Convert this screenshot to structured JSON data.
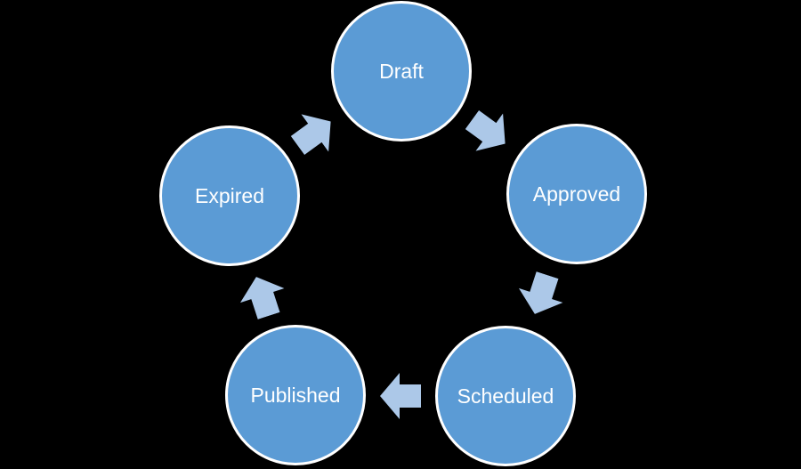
{
  "diagram": {
    "type": "cycle",
    "nodes": [
      {
        "label": "Draft"
      },
      {
        "label": "Approved"
      },
      {
        "label": "Scheduled"
      },
      {
        "label": "Published"
      },
      {
        "label": "Expired"
      }
    ],
    "flow": [
      {
        "from": "Draft",
        "to": "Approved"
      },
      {
        "from": "Approved",
        "to": "Scheduled"
      },
      {
        "from": "Scheduled",
        "to": "Published"
      },
      {
        "from": "Published",
        "to": "Expired"
      },
      {
        "from": "Expired",
        "to": "Draft"
      }
    ],
    "colors": {
      "background": "#000000",
      "node_fill": "#5B9BD5",
      "node_border": "#FFFFFF",
      "node_text": "#FFFFFF",
      "arrow_fill": "#ACC8E8"
    }
  }
}
